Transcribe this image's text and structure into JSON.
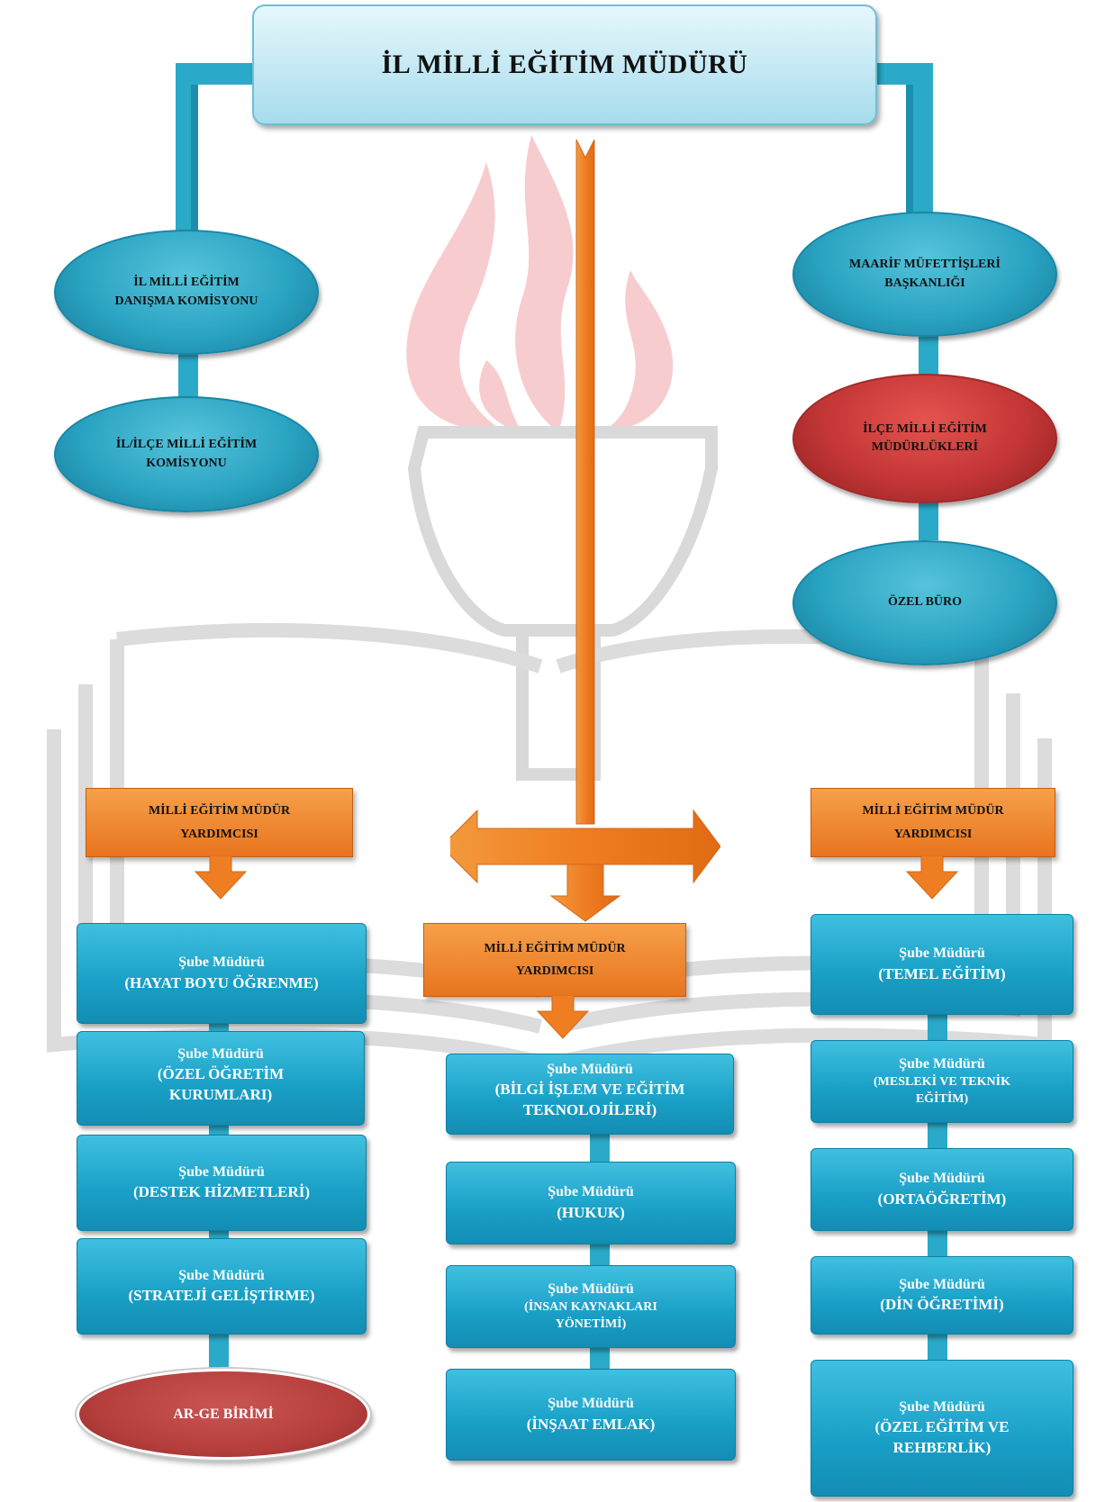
{
  "top": {
    "title": "İL MİLLİ EĞİTİM MÜDÜRÜ"
  },
  "left_units": {
    "advisory": "İL MİLLİ EĞİTİM DANIŞMA KOMİSYONU",
    "commission": "İL/İLÇE MİLLİ EĞİTİM KOMİSYONU"
  },
  "right_units": {
    "inspectors": "MAARİF MÜFETTİŞLERİ BAŞKANLIĞI",
    "district": "İLÇE MİLLİ EĞİTİM MÜDÜRLÜKLERİ",
    "office": "ÖZEL BÜRO"
  },
  "deputies": {
    "left": [
      "MİLLİ EĞİTİM MÜDÜR",
      "YARDIMCISI"
    ],
    "center": [
      "MİLLİ EĞİTİM MÜDÜR",
      "YARDIMCISI"
    ],
    "right": [
      "MİLLİ EĞİTİM MÜDÜR",
      "YARDIMCISI"
    ]
  },
  "branch_heading": "Şube Müdürü",
  "branches": {
    "left": [
      "(HAYAT BOYU ÖĞRENME)",
      "(ÖZEL ÖĞRETİM KURUMLARI)",
      "(DESTEK HİZMETLERİ)",
      "(STRATEJİ GELİŞTİRME)"
    ],
    "center": [
      "(BİLGİ İŞLEM VE EĞİTİM TEKNOLOJİLERİ)",
      "(HUKUK)",
      "(İNSAN KAYNAKLARI YÖNETİMİ)",
      "(İNŞAAT EMLAK)"
    ],
    "right": [
      "(TEMEL EĞİTİM)",
      "(MESLEKİ VE TEKNİK EĞİTİM)",
      "(ORTAÖĞRETİM)",
      "(DİN ÖĞRETİMİ)",
      "(ÖZEL EĞİTİM VE REHBERLİK)"
    ]
  },
  "arge": "AR-GE BİRİMİ",
  "colors": {
    "unit_blue": "#2aa4c3",
    "unit_red": "#c33636",
    "deputy_orange": "#f08a30",
    "arrow_orange": "#ef7d22",
    "watermark_flame": "#f6c4c6",
    "watermark_gray": "#d9d9d9"
  }
}
